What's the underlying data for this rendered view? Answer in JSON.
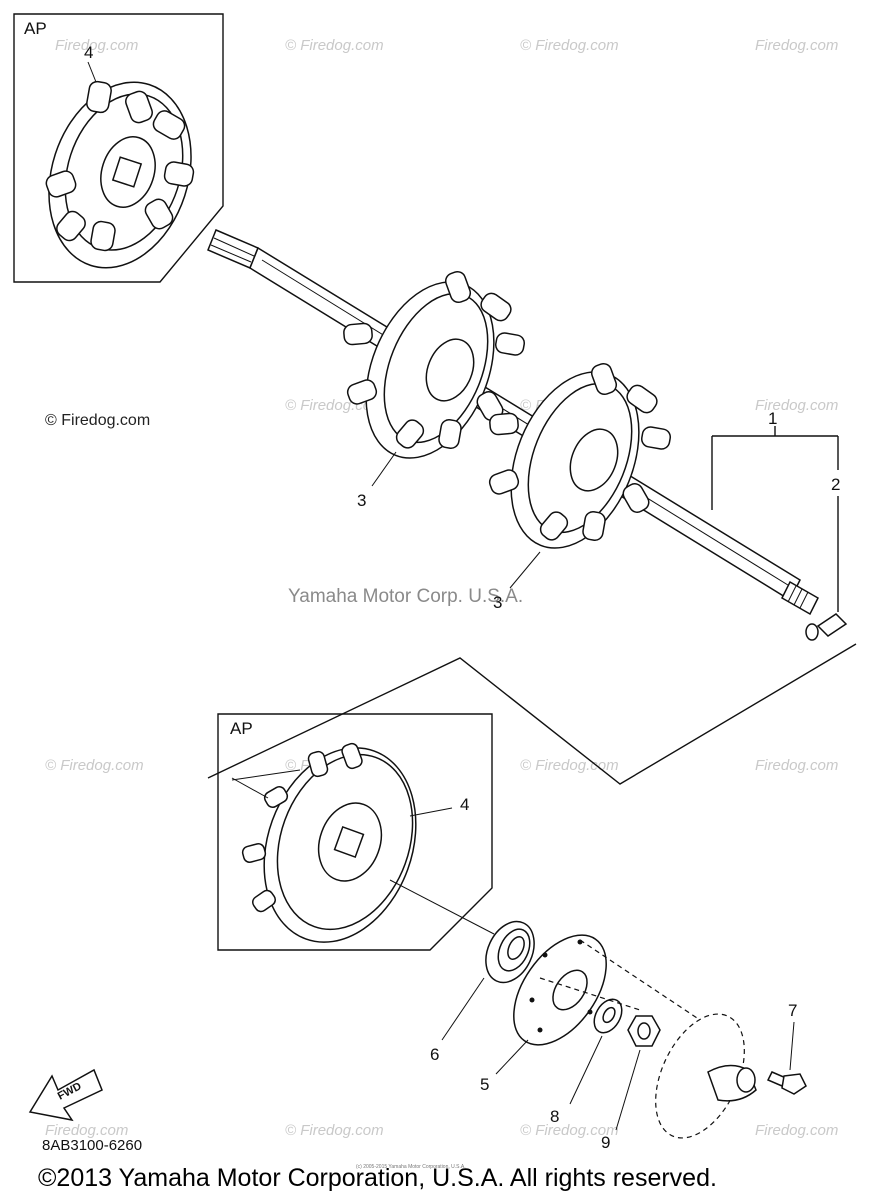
{
  "watermarks": {
    "firedog": "© Firedog.com",
    "firedog_small": "© Firedog.com",
    "firedog_plain": "Firedog.com",
    "yamaha": "Yamaha Motor Corp. U.S.A."
  },
  "diagram": {
    "inset_top_label": "AP",
    "inset_bottom_label": "AP",
    "part_code": "8AB3100-6260",
    "fwd_label": "FWD",
    "callouts": {
      "p1": "1",
      "p2": "2",
      "p3a": "3",
      "p3b": "3",
      "p4a": "4",
      "p4b": "4",
      "p5": "5",
      "p6": "6",
      "p7": "7",
      "p8": "8",
      "p9": "9"
    }
  },
  "footer": {
    "copyright": "©2013 Yamaha Motor Corporation, U.S.A. All rights reserved.",
    "fine_print": "(c) 2005-2015 Yamaha Motor Corporation, U.S.A."
  }
}
